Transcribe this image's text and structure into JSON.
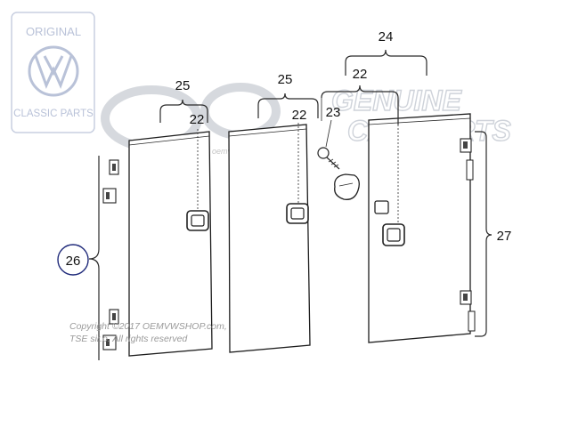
{
  "watermark": {
    "badge_top": "ORIGINAL",
    "badge_bottom": "CLASSIC PARTS",
    "brand_line1": "GENUINE",
    "brand_line2": "CAR PARTS",
    "url": "oemvwshop.com"
  },
  "callouts": {
    "c22a": "22",
    "c22b": "22",
    "c22c": "22",
    "c23": "23",
    "c24": "24",
    "c25a": "25",
    "c25b": "25",
    "c26": "26",
    "c27": "27"
  },
  "copyright": {
    "line1": "Copyright ©2017 OEMVWSHOP.com,",
    "line2": "TSE sir.o. All rights reserved"
  },
  "colors": {
    "badge": "#b9c2d8",
    "line": "#2a2a2a",
    "circle": "#1f2a7a"
  }
}
